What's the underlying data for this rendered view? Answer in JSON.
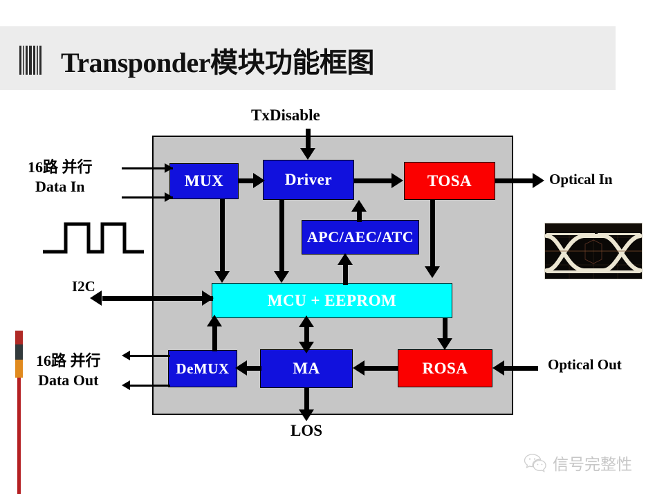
{
  "header": {
    "title": "Transponder模块功能框图",
    "barcode_icon": "barcode-icon"
  },
  "diagram": {
    "type": "block-diagram",
    "blocks": [
      {
        "id": "mux",
        "label": "MUX",
        "color": "#1111dd",
        "text_color": "#ffffff"
      },
      {
        "id": "driver",
        "label": "Driver",
        "color": "#1111dd",
        "text_color": "#ffffff"
      },
      {
        "id": "tosa",
        "label": "TOSA",
        "color": "#fb0000",
        "text_color": "#ffffff"
      },
      {
        "id": "apc",
        "label": "APC/AEC/ATC",
        "color": "#1111dd",
        "text_color": "#ffffff"
      },
      {
        "id": "mcu",
        "label": "MCU + EEPROM",
        "color": "#00ffff",
        "text_color": "#ffffff"
      },
      {
        "id": "demux",
        "label": "DeMUX",
        "color": "#1111dd",
        "text_color": "#ffffff"
      },
      {
        "id": "ma",
        "label": "MA",
        "color": "#1111dd",
        "text_color": "#ffffff"
      },
      {
        "id": "rosa",
        "label": "ROSA",
        "color": "#fb0000",
        "text_color": "#ffffff"
      }
    ],
    "panel_color": "#c6c6c6",
    "signals": {
      "tx_disable": "TxDisable",
      "los": "LOS",
      "optical_in": "Optical In",
      "optical_out": "Optical Out",
      "i2c": "I2C",
      "data_in_line1": "16路 并行",
      "data_in_line2": "Data In",
      "data_out_line1": "16路 并行",
      "data_out_line2": "Data Out"
    },
    "connections": [
      "Data In → MUX",
      "MUX → Driver",
      "Driver → TOSA",
      "TxDisable → Driver",
      "APC/AEC/ATC → Driver",
      "TOSA → MCU + EEPROM",
      "MUX → MCU + EEPROM",
      "Driver → MCU + EEPROM",
      "I2C ↔ MCU + EEPROM",
      "MCU + EEPROM → ROSA",
      "MCU + EEPROM ↔ MA",
      "DeMUX → MCU + EEPROM",
      "ROSA → MA",
      "MA → DeMUX",
      "MA → LOS",
      "DeMUX → Data Out",
      "TOSA → Optical In",
      "Optical Out → ROSA",
      "MCU + EEPROM → APC/AEC/ATC"
    ]
  },
  "waveform": {
    "name": "square-wave-icon",
    "description": "digital square wave"
  },
  "eye_diagram": {
    "name": "eye-diagram-image",
    "description": "optical eye diagram oscilloscope capture"
  },
  "watermark": {
    "text": "信号完整性",
    "icon": "wechat-icon"
  },
  "colors": {
    "blue_block": "#1111dd",
    "red_block": "#fb0000",
    "cyan_block": "#00ffff",
    "panel_gray": "#c6c6c6",
    "header_gray": "#ececec"
  }
}
